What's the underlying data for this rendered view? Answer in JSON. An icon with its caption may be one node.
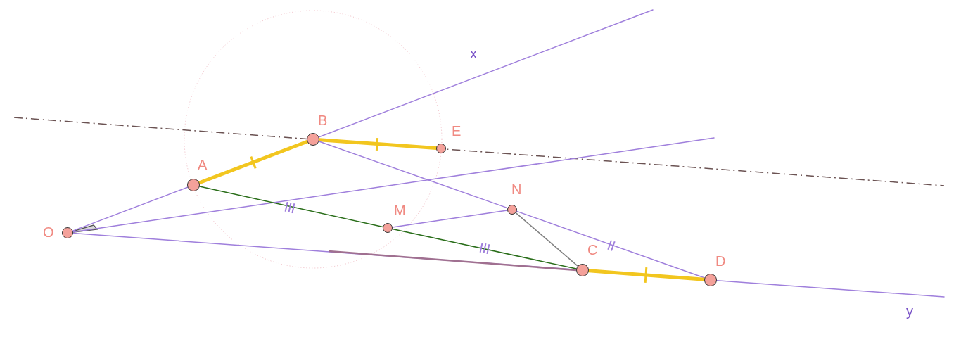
{
  "diagram": {
    "nodes": [
      {
        "text": [
          "O"
        ]
      },
      {
        "text": [
          "A"
        ]
      },
      {
        "text": [
          "B"
        ]
      },
      {
        "text": [
          "E"
        ]
      },
      {
        "text": [
          "M"
        ]
      },
      {
        "text": [
          "N"
        ]
      },
      {
        "text": [
          "C"
        ]
      },
      {
        "text": [
          "D"
        ]
      }
    ],
    "edges": [
      {
        "from": 0,
        "to": 1,
        "arrow": "none"
      },
      {
        "from": 1,
        "to": 2,
        "arrow": "none",
        "style": "thick",
        "color": "#f2c61f"
      },
      {
        "from": 2,
        "to": null,
        "arrow": "none"
      },
      {
        "from": 2,
        "to": 3,
        "arrow": "none",
        "style": "thick",
        "color": "#f2c61f"
      },
      {
        "from": 2,
        "to": 5,
        "arrow": "none"
      },
      {
        "from": 5,
        "to": 7,
        "arrow": "none"
      },
      {
        "from": 0,
        "to": 6,
        "arrow": "none"
      },
      {
        "from": 6,
        "to": 7,
        "arrow": "none",
        "style": "thick",
        "color": "#f2c61f"
      },
      {
        "from": 7,
        "to": null,
        "arrow": "none"
      },
      {
        "from": 0,
        "to": null,
        "arrow": "none"
      },
      {
        "from": 1,
        "to": 4,
        "arrow": "none",
        "color": "#2a6e1a"
      },
      {
        "from": 4,
        "to": 6,
        "arrow": "none",
        "color": "#2a6e1a"
      },
      {
        "from": 4,
        "to": 5,
        "arrow": "none"
      },
      {
        "from": 5,
        "to": 6,
        "arrow": "none",
        "color": "#808080"
      }
    ],
    "labels": [
      "x",
      "y"
    ]
  }
}
